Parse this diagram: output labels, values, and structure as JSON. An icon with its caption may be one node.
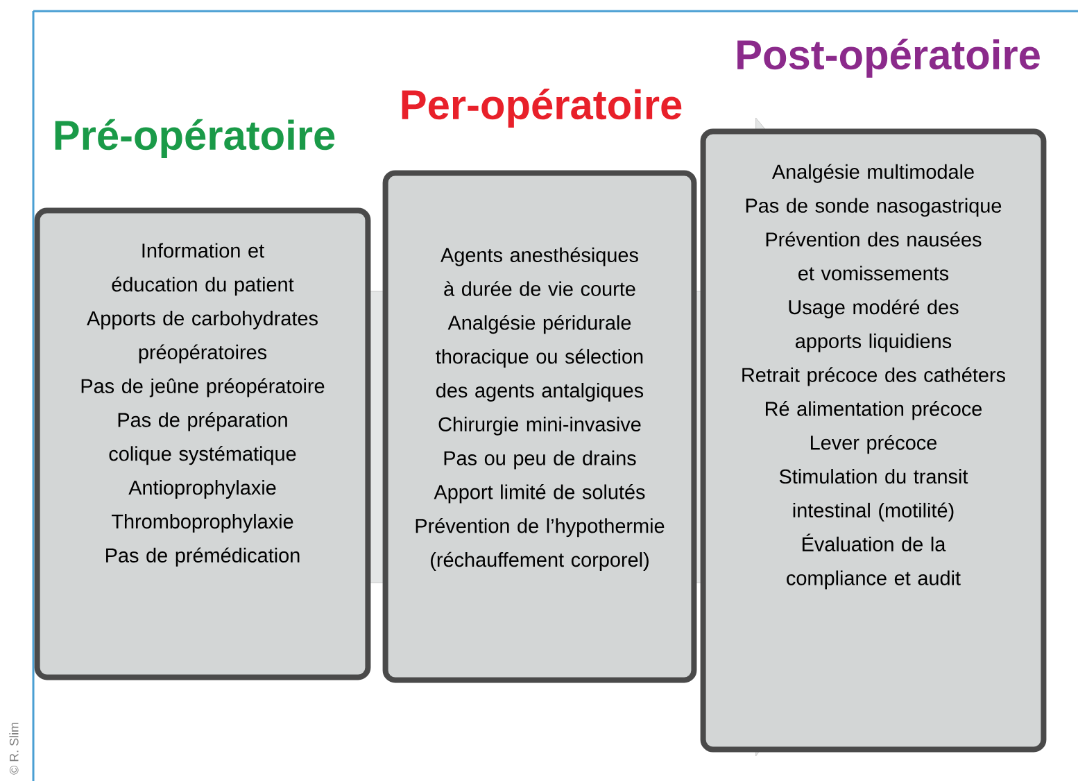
{
  "diagram": {
    "nodes": [
      {
        "text": [
          "Pré-opératoire",
          "Information et éducation du patient",
          "Apports de carbohydrates préopératoires",
          "Pas de jeûne préopératoire",
          "Pas de préparation colique systématique",
          "Antioprophylaxie",
          "Thromboprophylaxie",
          "Pas de prémédication"
        ]
      },
      {
        "text": [
          "Per-opératoire",
          "Agents anesthésiques à durée de vie courte",
          "Analgésie péridurale thoracique ou sélection des agents antalgiques",
          "Chirurgie mini-invasive",
          "Pas ou peu de drains",
          "Apport limité de solutés",
          "Prévention de l’hypothermie (réchauffement corporel)"
        ]
      },
      {
        "text": [
          "Post-opératoire",
          "Analgésie multimodale",
          "Pas de sonde nasogastrique",
          "Prévention des nausées et vomissements",
          "Usage modéré des apports liquidiens",
          "Retrait précoce des cathéters",
          "Ré alimentation précoce",
          "Lever précoce",
          "Stimulation du transit intestinal (motilité)",
          "Évaluation de la compliance et audit"
        ]
      }
    ],
    "edges": [
      {
        "from": 0,
        "to": 2,
        "arrow": "to"
      }
    ],
    "labels": [
      "© R. Slim"
    ]
  }
}
